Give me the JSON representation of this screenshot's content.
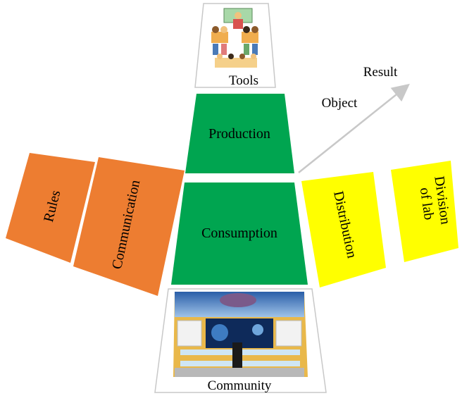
{
  "diagram": {
    "tools_label": "Tools",
    "object_label": "Object",
    "result_label": "Result",
    "production_label": "Production",
    "consumption_label": "Consumption",
    "rules_label": "Rules",
    "communication_label": "Communication",
    "distribution_label": "Distribution",
    "division_label_line1": "Division",
    "division_label_line2": "of lab",
    "community_label": "Community"
  },
  "colors": {
    "green": "#00a550",
    "orange": "#ed7d31",
    "yellow": "#ffff00",
    "arrow": "#c8c8c8"
  }
}
